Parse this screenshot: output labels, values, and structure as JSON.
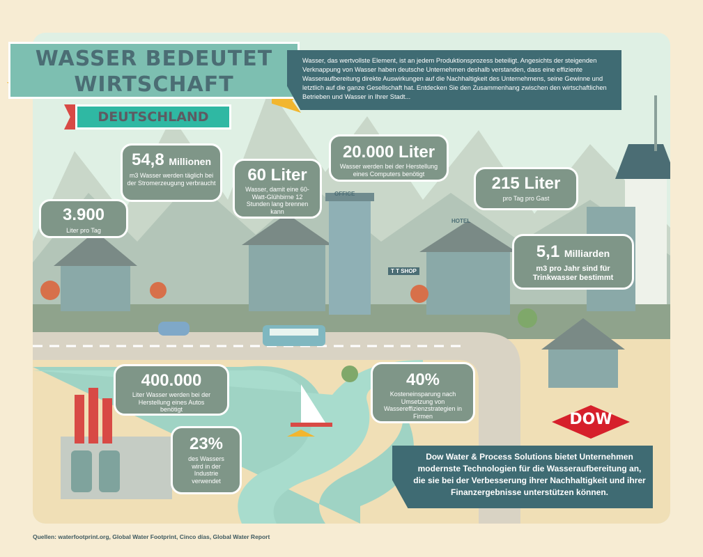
{
  "title": {
    "line1": "WASSER BEDEUTET",
    "line2": "WIRTSCHAFT",
    "country": "DEUTSCHLAND"
  },
  "intro": "Wasser, das wertvollste Element, ist an jedem Produktionsprozess beteiligt. Angesichts der steigenden Verknappung von Wasser haben deutsche Unternehmen deshalb verstanden, dass eine effiziente Wasseraufbereitung direkte Auswirkungen auf die Nachhaltigkeit des Unternehmens, seine Gewinne und letztlich auf die ganze Gesellschaft hat. Entdecken Sie den Zusammenhang zwischen den wirtschaftlichen Betrieben und Wasser in Ihrer Stadt...",
  "signs": {
    "office": "OFFICE",
    "hotel": "HOTEL",
    "shop": "T T SHOP"
  },
  "stats": {
    "s1": {
      "value": "3.900",
      "unit": "",
      "text": "Liter pro Tag"
    },
    "s2": {
      "value": "54,8",
      "unit": "Millionen",
      "text": "m3 Wasser werden täglich bei der Stromerzeugung verbraucht"
    },
    "s3": {
      "value": "60 Liter",
      "unit": "",
      "text": "Wasser, damit eine 60-Watt-Glühbirne 12 Stunden lang brennen kann"
    },
    "s4": {
      "value": "20.000 Liter",
      "unit": "",
      "text": "Wasser werden bei der Herstellung eines Computers benötigt"
    },
    "s5": {
      "value": "215 Liter",
      "unit": "",
      "text": "pro Tag pro Gast"
    },
    "s6": {
      "value": "5,1",
      "unit": "Milliarden",
      "text": "m3 pro Jahr sind für Trinkwasser bestimmt"
    },
    "s7": {
      "value": "400.000",
      "unit": "",
      "text": "Liter Wasser werden bei der Herstellung eines Autos benötigt"
    },
    "s8": {
      "value": "40%",
      "unit": "",
      "text": "Kosteneinsparung nach Umsetzung von Wassereffizienzstrategien in Firmen"
    },
    "s9": {
      "value": "23%",
      "unit": "",
      "text": "des Wassers wird in der Industrie verwendet"
    }
  },
  "dow": {
    "logo": "DOW",
    "text": "Dow Water & Process Solutions bietet Unternehmen modernste Technologien für die Wasseraufbereitung an, die sie bei der Verbesserung ihrer Nachhaltigkeit und ihrer Finanzergebnisse unterstützen können."
  },
  "sources": "Quellen: waterfootprint.org, Global Water Footprint, Cinco días, Global Water Report",
  "colors": {
    "scene_bg": "#dff0e4",
    "banner": "#7dbfb1",
    "accent_yellow": "#f2b62f",
    "dark_teal": "#3f6b73",
    "dow_red": "#d6202b"
  }
}
